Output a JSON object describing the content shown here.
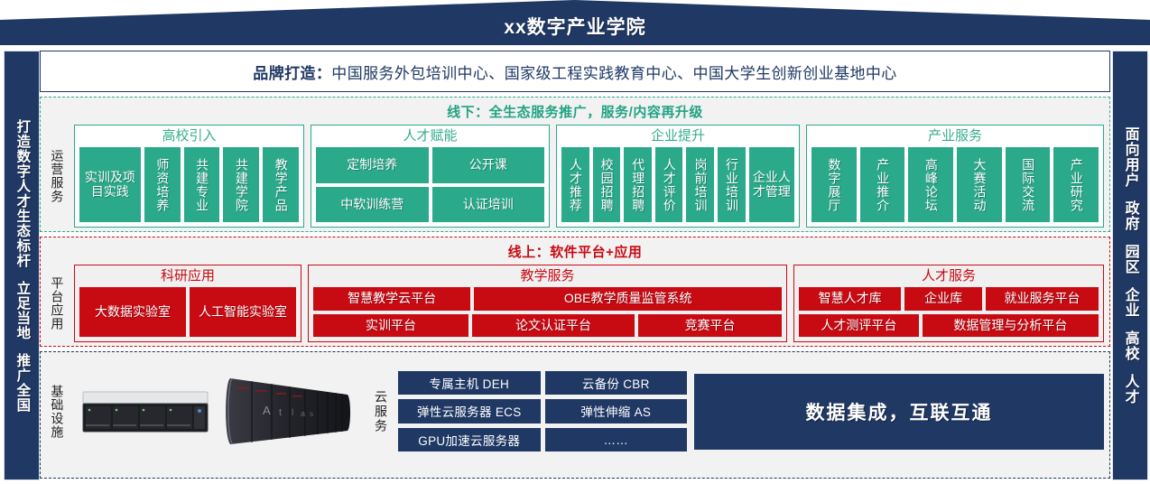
{
  "header": {
    "title": "xx数字产业学院"
  },
  "left_rail": {
    "groups": [
      "打造数字人才生态标杆",
      "立足当地",
      "推广全国"
    ]
  },
  "right_rail": {
    "groups": [
      "面向用户",
      "政府",
      "园区",
      "企业",
      "高校",
      "人才"
    ]
  },
  "brand": {
    "label": "品牌打造：",
    "text": "中国服务外包培训中心、国家级工程实践教育中心、中国大学生创新创业基地中心"
  },
  "offline": {
    "title": "线下：全生态服务推广，服务/内容再升级",
    "side_label": "运营服务",
    "panels": [
      {
        "name": "高校引入",
        "tiles": [
          "实训及项目实践",
          "师资培养",
          "共建专业",
          "共建学院",
          "教学产品"
        ]
      },
      {
        "name": "人才赋能",
        "rows": [
          [
            "定制培养",
            "公开课"
          ],
          [
            "中软训练营",
            "认证培训"
          ]
        ]
      },
      {
        "name": "企业提升",
        "tiles": [
          "人才推荐",
          "校园招聘",
          "代理招聘",
          "人才评价",
          "岗前培训",
          "行业培训",
          "企业人才管理"
        ]
      },
      {
        "name": "产业服务",
        "tiles": [
          "数字展厅",
          "产业推介",
          "高峰论坛",
          "大赛活动",
          "国际交流",
          "产业研究"
        ]
      }
    ]
  },
  "online": {
    "title": "线上：软件平台+应用",
    "side_label": "平台应用",
    "panels": [
      {
        "name": "科研应用",
        "tiles": [
          "大数据实验室",
          "人工智能实验室"
        ]
      },
      {
        "name": "教学服务",
        "rows": [
          [
            "智慧教学云平台",
            "OBE教学质量监管系统"
          ],
          [
            "实训平台",
            "论文认证平台",
            "竞赛平台"
          ]
        ]
      },
      {
        "name": "人才服务",
        "rows": [
          [
            "智慧人才库",
            "企业库",
            "就业服务平台"
          ],
          [
            "人才测评平台",
            "数据管理与分析平台"
          ]
        ]
      }
    ]
  },
  "infra": {
    "side_label": "基础设施",
    "cloud_label": "云服务",
    "cloud_tags": [
      "专属主机 DEH",
      "云备份 CBR",
      "弹性云服务器 ECS",
      "弹性伸缩 AS",
      "GPU加速云服务器",
      "……"
    ],
    "integration": "数据集成，互联互通",
    "devices": [
      "rack-server-image",
      "atlas-cabinet-image"
    ]
  },
  "colors": {
    "navy": "#1f3864",
    "green": "#2aa98b",
    "red": "#c80a13",
    "panel_bg": "#f2f2f2"
  }
}
